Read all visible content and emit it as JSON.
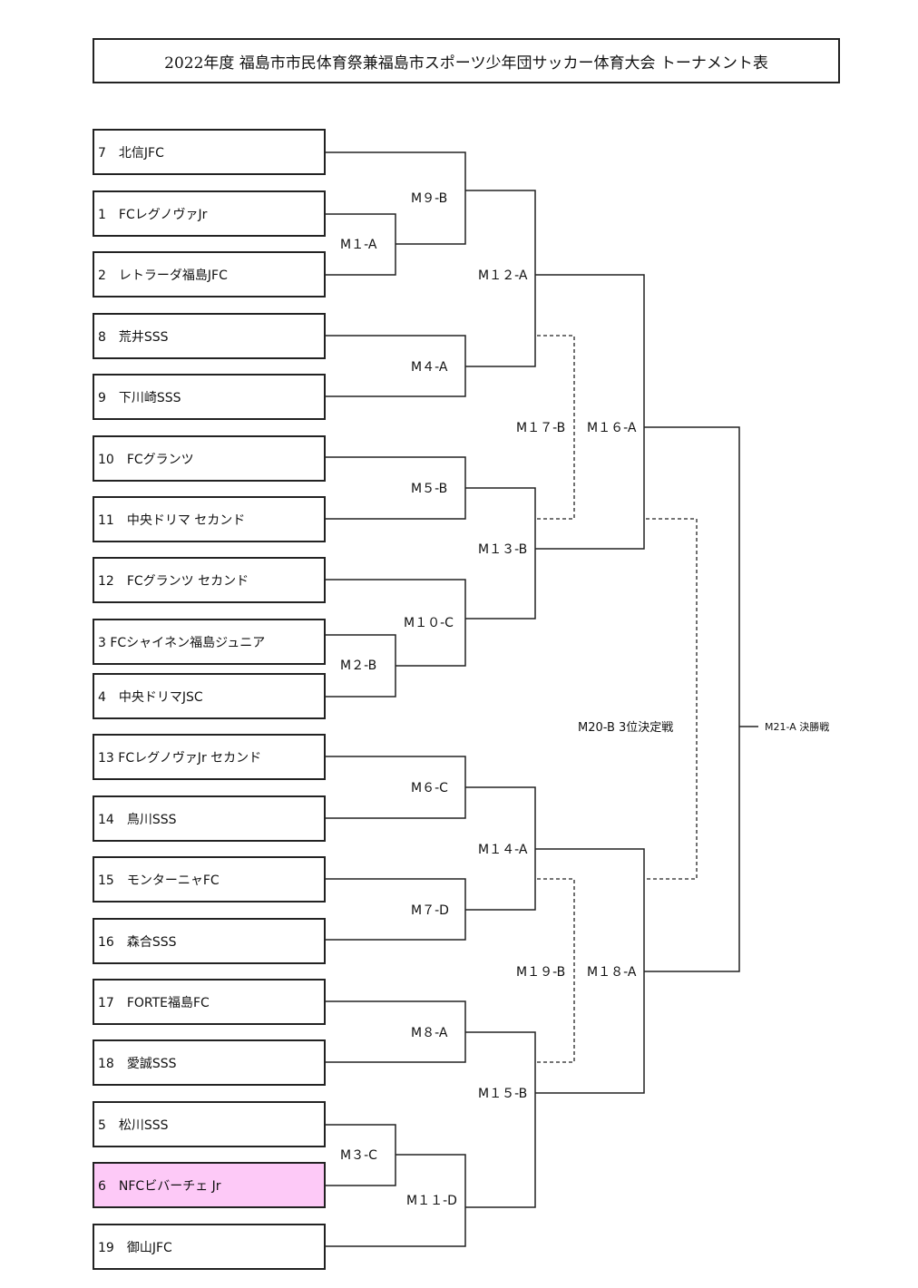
{
  "title": "2022年度 福島市市民体育祭兼福島市スポーツ少年団サッカー体育大会 トーナメント表",
  "teams": [
    {
      "label": "7　北信JFC",
      "highlight": false
    },
    {
      "label": "1　FCレグノヴァJr",
      "highlight": false
    },
    {
      "label": "2　レトラーダ福島JFC",
      "highlight": false
    },
    {
      "label": "8　荒井SSS",
      "highlight": false
    },
    {
      "label": "9　下川崎SSS",
      "highlight": false
    },
    {
      "label": "10　FCグランツ",
      "highlight": false
    },
    {
      "label": "11　中央ドリマ セカンド",
      "highlight": false
    },
    {
      "label": "12　FCグランツ セカンド",
      "highlight": false
    },
    {
      "label": "3 FCシャイネン福島ジュニア",
      "highlight": false
    },
    {
      "label": "4　中央ドリマJSC",
      "highlight": false
    },
    {
      "label": "13 FCレグノヴァJr セカンド",
      "highlight": false
    },
    {
      "label": "14　鳥川SSS",
      "highlight": false
    },
    {
      "label": "15　モンターニャFC",
      "highlight": false
    },
    {
      "label": "16　森合SSS",
      "highlight": false
    },
    {
      "label": "17　FORTE福島FC",
      "highlight": false
    },
    {
      "label": "18　愛誠SSS",
      "highlight": false
    },
    {
      "label": "5　松川SSS",
      "highlight": false
    },
    {
      "label": "6　NFCビバーチェ Jr",
      "highlight": true
    },
    {
      "label": "19　御山JFC",
      "highlight": false
    }
  ],
  "matches": {
    "m1": "M１-A",
    "m2": "M２-B",
    "m3": "M３-C",
    "m4": "M４-A",
    "m5": "M５-B",
    "m6": "M６-C",
    "m7": "M７-D",
    "m8": "M８-A",
    "m9": "M９-B",
    "m10": "M１０-C",
    "m11": "M１１-D",
    "m12": "M１２-A",
    "m13": "M１３-B",
    "m14": "M１４-A",
    "m15": "M１５-B",
    "m16": "M１６-A",
    "m17": "M１７-B",
    "m18": "M１８-A",
    "m19": "M１９-B",
    "m20": "M20-B 3位決定戦",
    "m21": "M21-A 決勝戦"
  },
  "colors": {
    "line": "#222222",
    "highlight": "#fdc9f7"
  }
}
